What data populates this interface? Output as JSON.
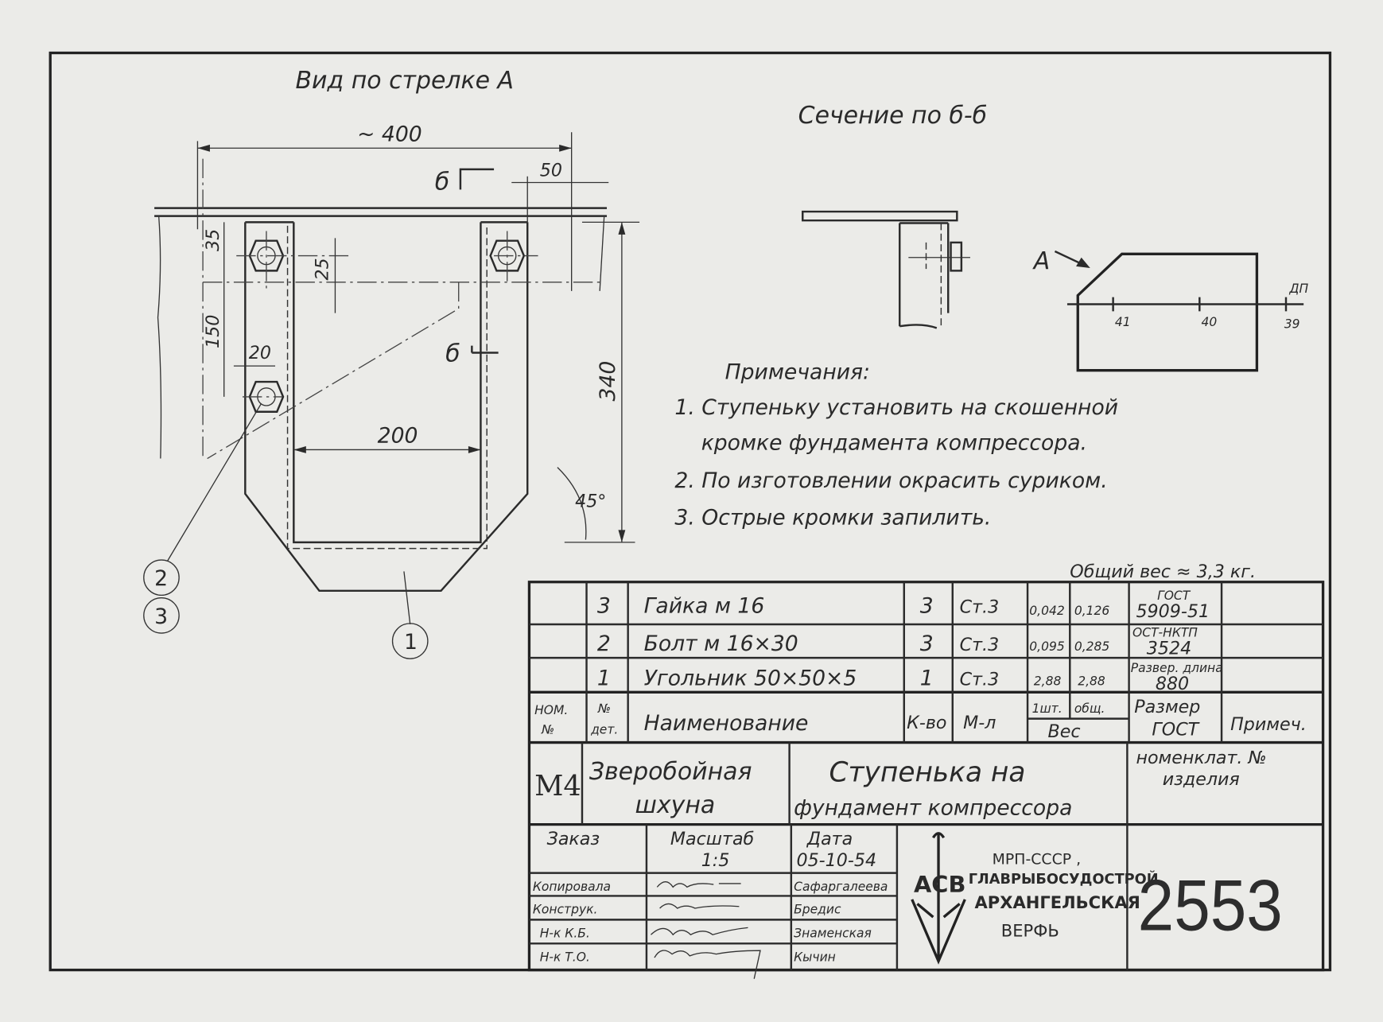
{
  "views": {
    "view_a_title": "Вид по стрелке А",
    "section_title": "Сечение по б-б",
    "dimensions": {
      "overall_width": "~ 400",
      "offset_50": "50",
      "height_340": "340",
      "top_35": "35",
      "bolt_spacing_150": "150",
      "dim_25": "25",
      "dim_20": "20",
      "inner_width_200": "200",
      "angle": "45°"
    },
    "section_marks": [
      "б",
      "б"
    ],
    "callouts": [
      "1",
      "2",
      "3"
    ],
    "arrow_label": "А",
    "frame_labels": [
      "41",
      "40",
      "39"
    ],
    "centerline_label": "ДП"
  },
  "notes": {
    "heading": "Примечания:",
    "items": [
      "1. Ступеньку установить на скошенной",
      "кромке фундамента компрессора.",
      "2. По изготовлении окрасить суриком.",
      "3. Острые кромки запилить."
    ]
  },
  "total_weight": "Общий вес ≈ 3,3 кг.",
  "parts_table": {
    "rows": [
      {
        "pos": "3",
        "name": "Гайка м 16",
        "qty": "3",
        "material": "Ст.3",
        "w_unit": "0,042",
        "w_total": "0,126",
        "std_1": "ГОСТ",
        "std_2": "5909-51",
        "note": ""
      },
      {
        "pos": "2",
        "name": "Болт м 16×30",
        "qty": "3",
        "material": "Ст.3",
        "w_unit": "0,095",
        "w_total": "0,285",
        "std_1": "ОСТ-НКТП",
        "std_2": "3524",
        "note": ""
      },
      {
        "pos": "1",
        "name": "Угольник 50×50×5",
        "qty": "1",
        "material": "Ст.3",
        "w_unit": "2,88",
        "w_total": "2,88",
        "std_1": "Развер. длина",
        "std_2": "880",
        "note": ""
      }
    ],
    "header": {
      "nom_1": "НОМ.",
      "nom_2": "№",
      "det_1": "№",
      "det_2": "дет.",
      "name": "Наименование",
      "qty": "К-во",
      "material": "М-л",
      "w_unit": "1шт.",
      "w_total": "общ.",
      "weight": "Вес",
      "std_1": "Размер",
      "std_2": "ГОСТ",
      "note": "Примеч."
    }
  },
  "title_block": {
    "code": "М4",
    "vessel_1": "Зверобойная",
    "vessel_2": "шхуна",
    "part_1": "Ступенька на",
    "part_2": "фундамент компрессора",
    "nomencl_1": "номенклат. №",
    "nomencl_2": "изделия",
    "order_label": "Заказ",
    "scale_label": "Масштаб",
    "scale_value": "1:5",
    "date_label": "Дата",
    "date_value": "05-10-54",
    "signatures": [
      {
        "role": "Копировала",
        "name": "Сафаргалеева"
      },
      {
        "role": "Конструк.",
        "name": "Бредис"
      },
      {
        "role": "Н-к К.Б.",
        "name": "Знаменская"
      },
      {
        "role": "Н-к Т.О.",
        "name": "Кычин"
      }
    ],
    "org_1": "МРП-СССР ,",
    "org_2": "ГЛАВРЫБОСУДОСТРОЙ",
    "org_3": "АРХАНГЕЛЬСКАЯ",
    "org_4": "ВЕРФЬ",
    "logo_text": "АСВ",
    "drawing_number": "2553"
  }
}
